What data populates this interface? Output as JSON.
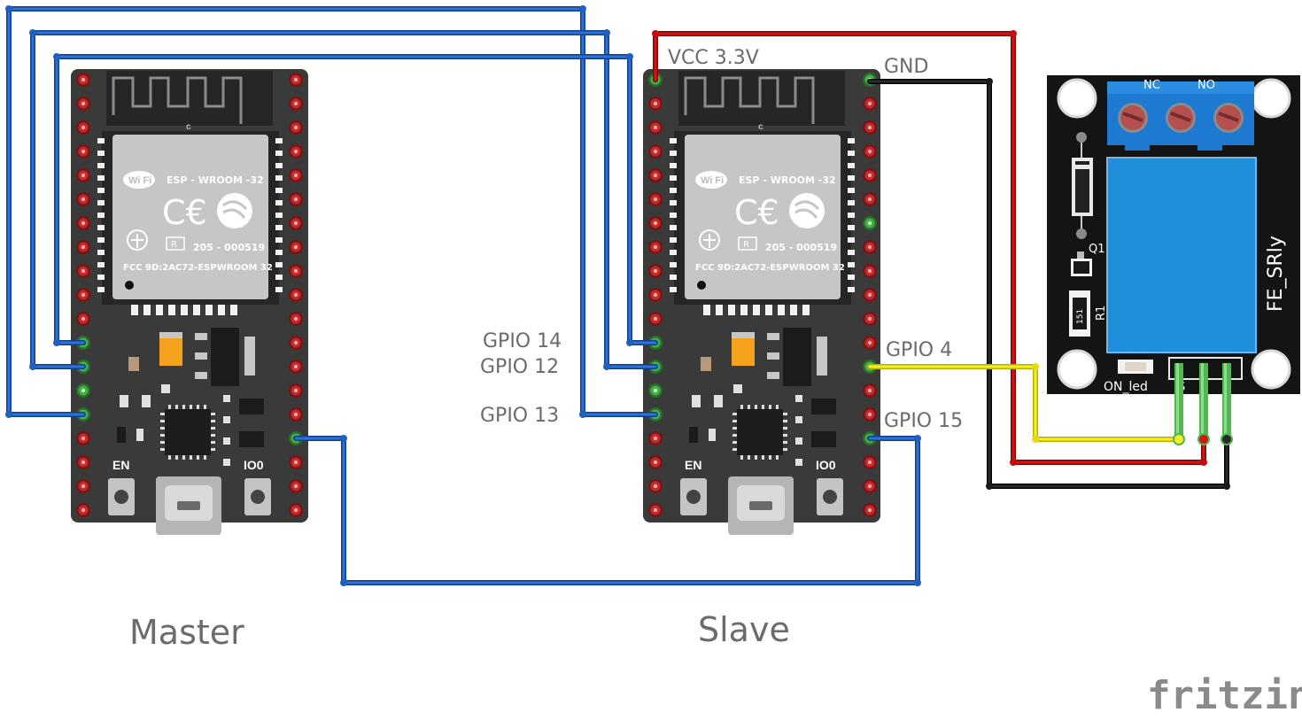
{
  "boards": {
    "master": {
      "caption": "Master",
      "module_name": "ESP - WROOM -32",
      "cert_code": "205 - 000519",
      "fcc": "FCC 9D:2AC72-ESPWROOM 32",
      "en_label": "EN",
      "io0_label": "IO0"
    },
    "slave": {
      "caption": "Slave",
      "module_name": "ESP - WROOM -32",
      "cert_code": "205 - 000519",
      "fcc": "FCC 9D:2AC72-ESPWROOM 32",
      "en_label": "EN",
      "io0_label": "IO0"
    }
  },
  "pins": {
    "vcc": "VCC 3.3V",
    "gnd": "GND",
    "gpio14": "GPIO 14",
    "gpio12": "GPIO 12",
    "gpio13": "GPIO 13",
    "gpio4": "GPIO 4",
    "gpio15": "GPIO 15"
  },
  "relay": {
    "name": "FE_SRly",
    "nc": "NC",
    "no": "NO",
    "q1": "Q1",
    "r1": "R1",
    "resistor_code": "151",
    "led": "ON_led",
    "pin_s": "S",
    "pin_plus": "+",
    "pin_minus": "-"
  },
  "watermark": "fritzing",
  "colors": {
    "blue_wire": "#1f5fbf",
    "red_wire": "#c40d0d",
    "black_wire": "#1a1a1a",
    "yellow_wire": "#f2ea1b",
    "green_wire": "#4fb84f",
    "board": "#3a3a3a",
    "relay_board": "#141414",
    "relay_coil": "#1f8fdc"
  }
}
